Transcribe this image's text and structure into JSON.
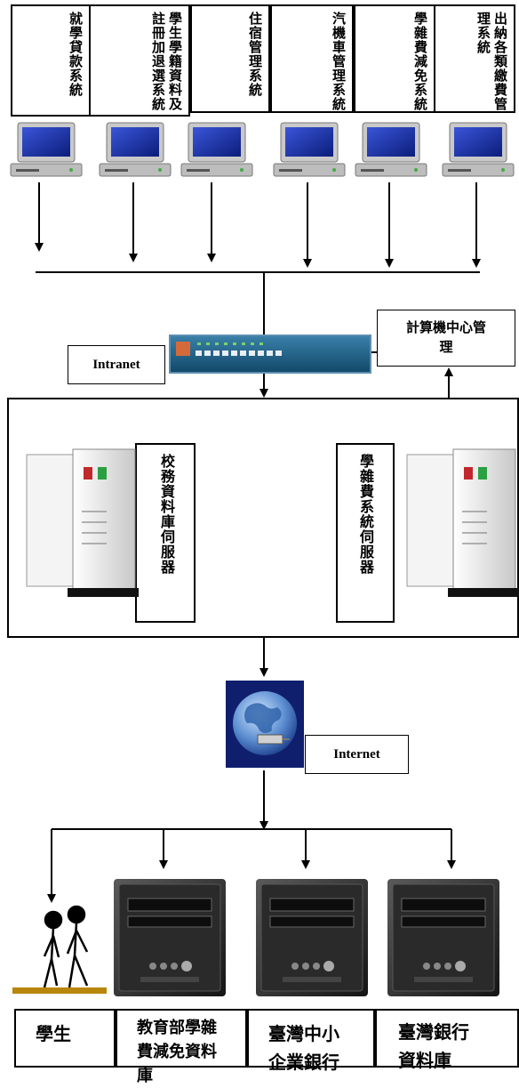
{
  "systems": [
    {
      "id": "sys1",
      "label": "就學貸款系統"
    },
    {
      "id": "sys2",
      "label": "學生學籍資料及註冊加退選系統"
    },
    {
      "id": "sys3",
      "label": "住宿管理系統"
    },
    {
      "id": "sys4",
      "label": "汽機車管理系統"
    },
    {
      "id": "sys5",
      "label": "學雜費減免系統"
    },
    {
      "id": "sys6",
      "label": "出納各類繳費管理系統"
    }
  ],
  "intranet_label": "Intranet",
  "computer_center_label": "計算機中心管理",
  "servers": [
    {
      "id": "srv1",
      "label": "校務資料庫伺服器"
    },
    {
      "id": "srv2",
      "label": "學雜費系統伺服器"
    }
  ],
  "internet_label": "Internet",
  "endpoints": [
    {
      "id": "ep1",
      "label": "學生"
    },
    {
      "id": "ep2",
      "label": "教育部學雜費減免資料庫"
    },
    {
      "id": "ep3",
      "label": "臺灣中小企業銀行"
    },
    {
      "id": "ep4",
      "label": "臺灣銀行資料庫"
    }
  ]
}
